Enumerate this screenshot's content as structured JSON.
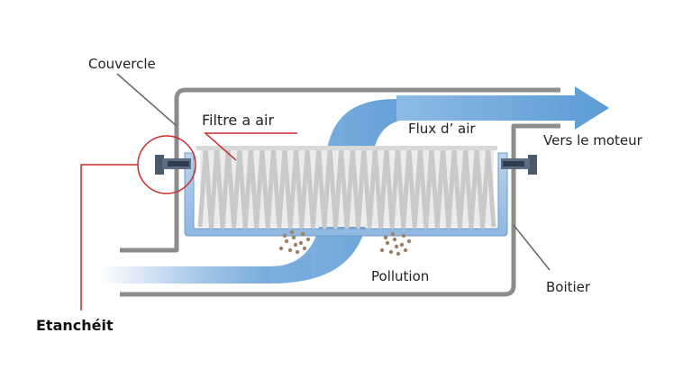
{
  "labels": {
    "couvercle": "Couvercle",
    "filtre": "Filtre a air",
    "flux": "Flux d’ air",
    "moteur": "Vers le moteur",
    "pollution": "Pollution",
    "boitier": "Boitier",
    "etancheite": "Etanchéit"
  },
  "colors": {
    "housing": "#8c8c8c",
    "airflow": "#5b9bd5",
    "airflow_light": "#cfe3f5",
    "seal": "#4a5a6e",
    "pleat": "#c9c9c9",
    "callout_red": "#cc2b2b",
    "dust": "#9b8466"
  }
}
